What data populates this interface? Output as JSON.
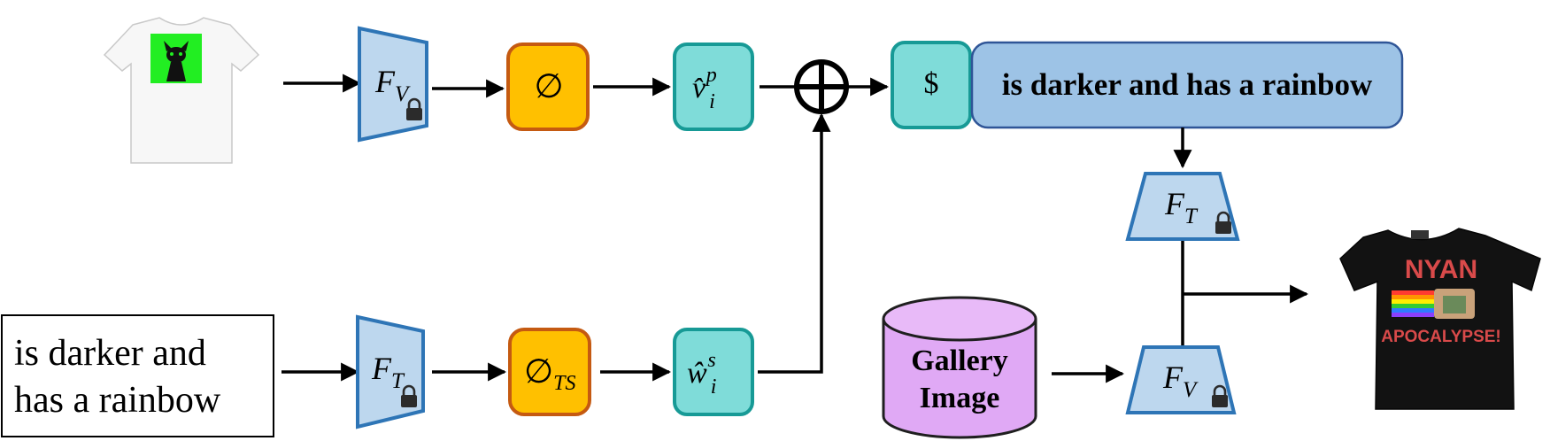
{
  "ref_shirt": {
    "desc": "white t-shirt with green print of black cat"
  },
  "target_shirt": {
    "text_top": "NYAN",
    "text_bottom": "APOCALYPSE!"
  },
  "text_input": {
    "line1": "is darker and",
    "line2": "has a rainbow"
  },
  "encoders": {
    "fv_top": {
      "main": "F",
      "sub": "V"
    },
    "ft_bottom": {
      "main": "F",
      "sub": "T"
    },
    "ft_right": {
      "main": "F",
      "sub": "T"
    },
    "fv_right": {
      "main": "F",
      "sub": "V"
    }
  },
  "mappers": {
    "phi": {
      "main": "∅",
      "sub": ""
    },
    "phi_ts": {
      "main": "∅",
      "sub": "TS"
    }
  },
  "tokens": {
    "v_hat": {
      "main": "v̂",
      "sub": "i",
      "sup": "p"
    },
    "w_hat": {
      "main": "ŵ",
      "sub": "i",
      "sup": "s"
    },
    "dollar": "$"
  },
  "caption_box": "is darker and has a rainbow",
  "gallery": {
    "line1": "Gallery",
    "line2": "Image"
  },
  "colors": {
    "encoder_fill": "#bdd7ee",
    "encoder_stroke": "#2e75b6",
    "mapper_fill": "#ffc000",
    "mapper_stroke": "#c55a11",
    "token_fill": "#7fdcd9",
    "token_stroke": "#179a96",
    "caption_fill": "#9dc3e6",
    "caption_stroke": "#2f5597",
    "gallery_fill": "#e0a9f5",
    "gallery_stroke": "#1f1f1f"
  }
}
